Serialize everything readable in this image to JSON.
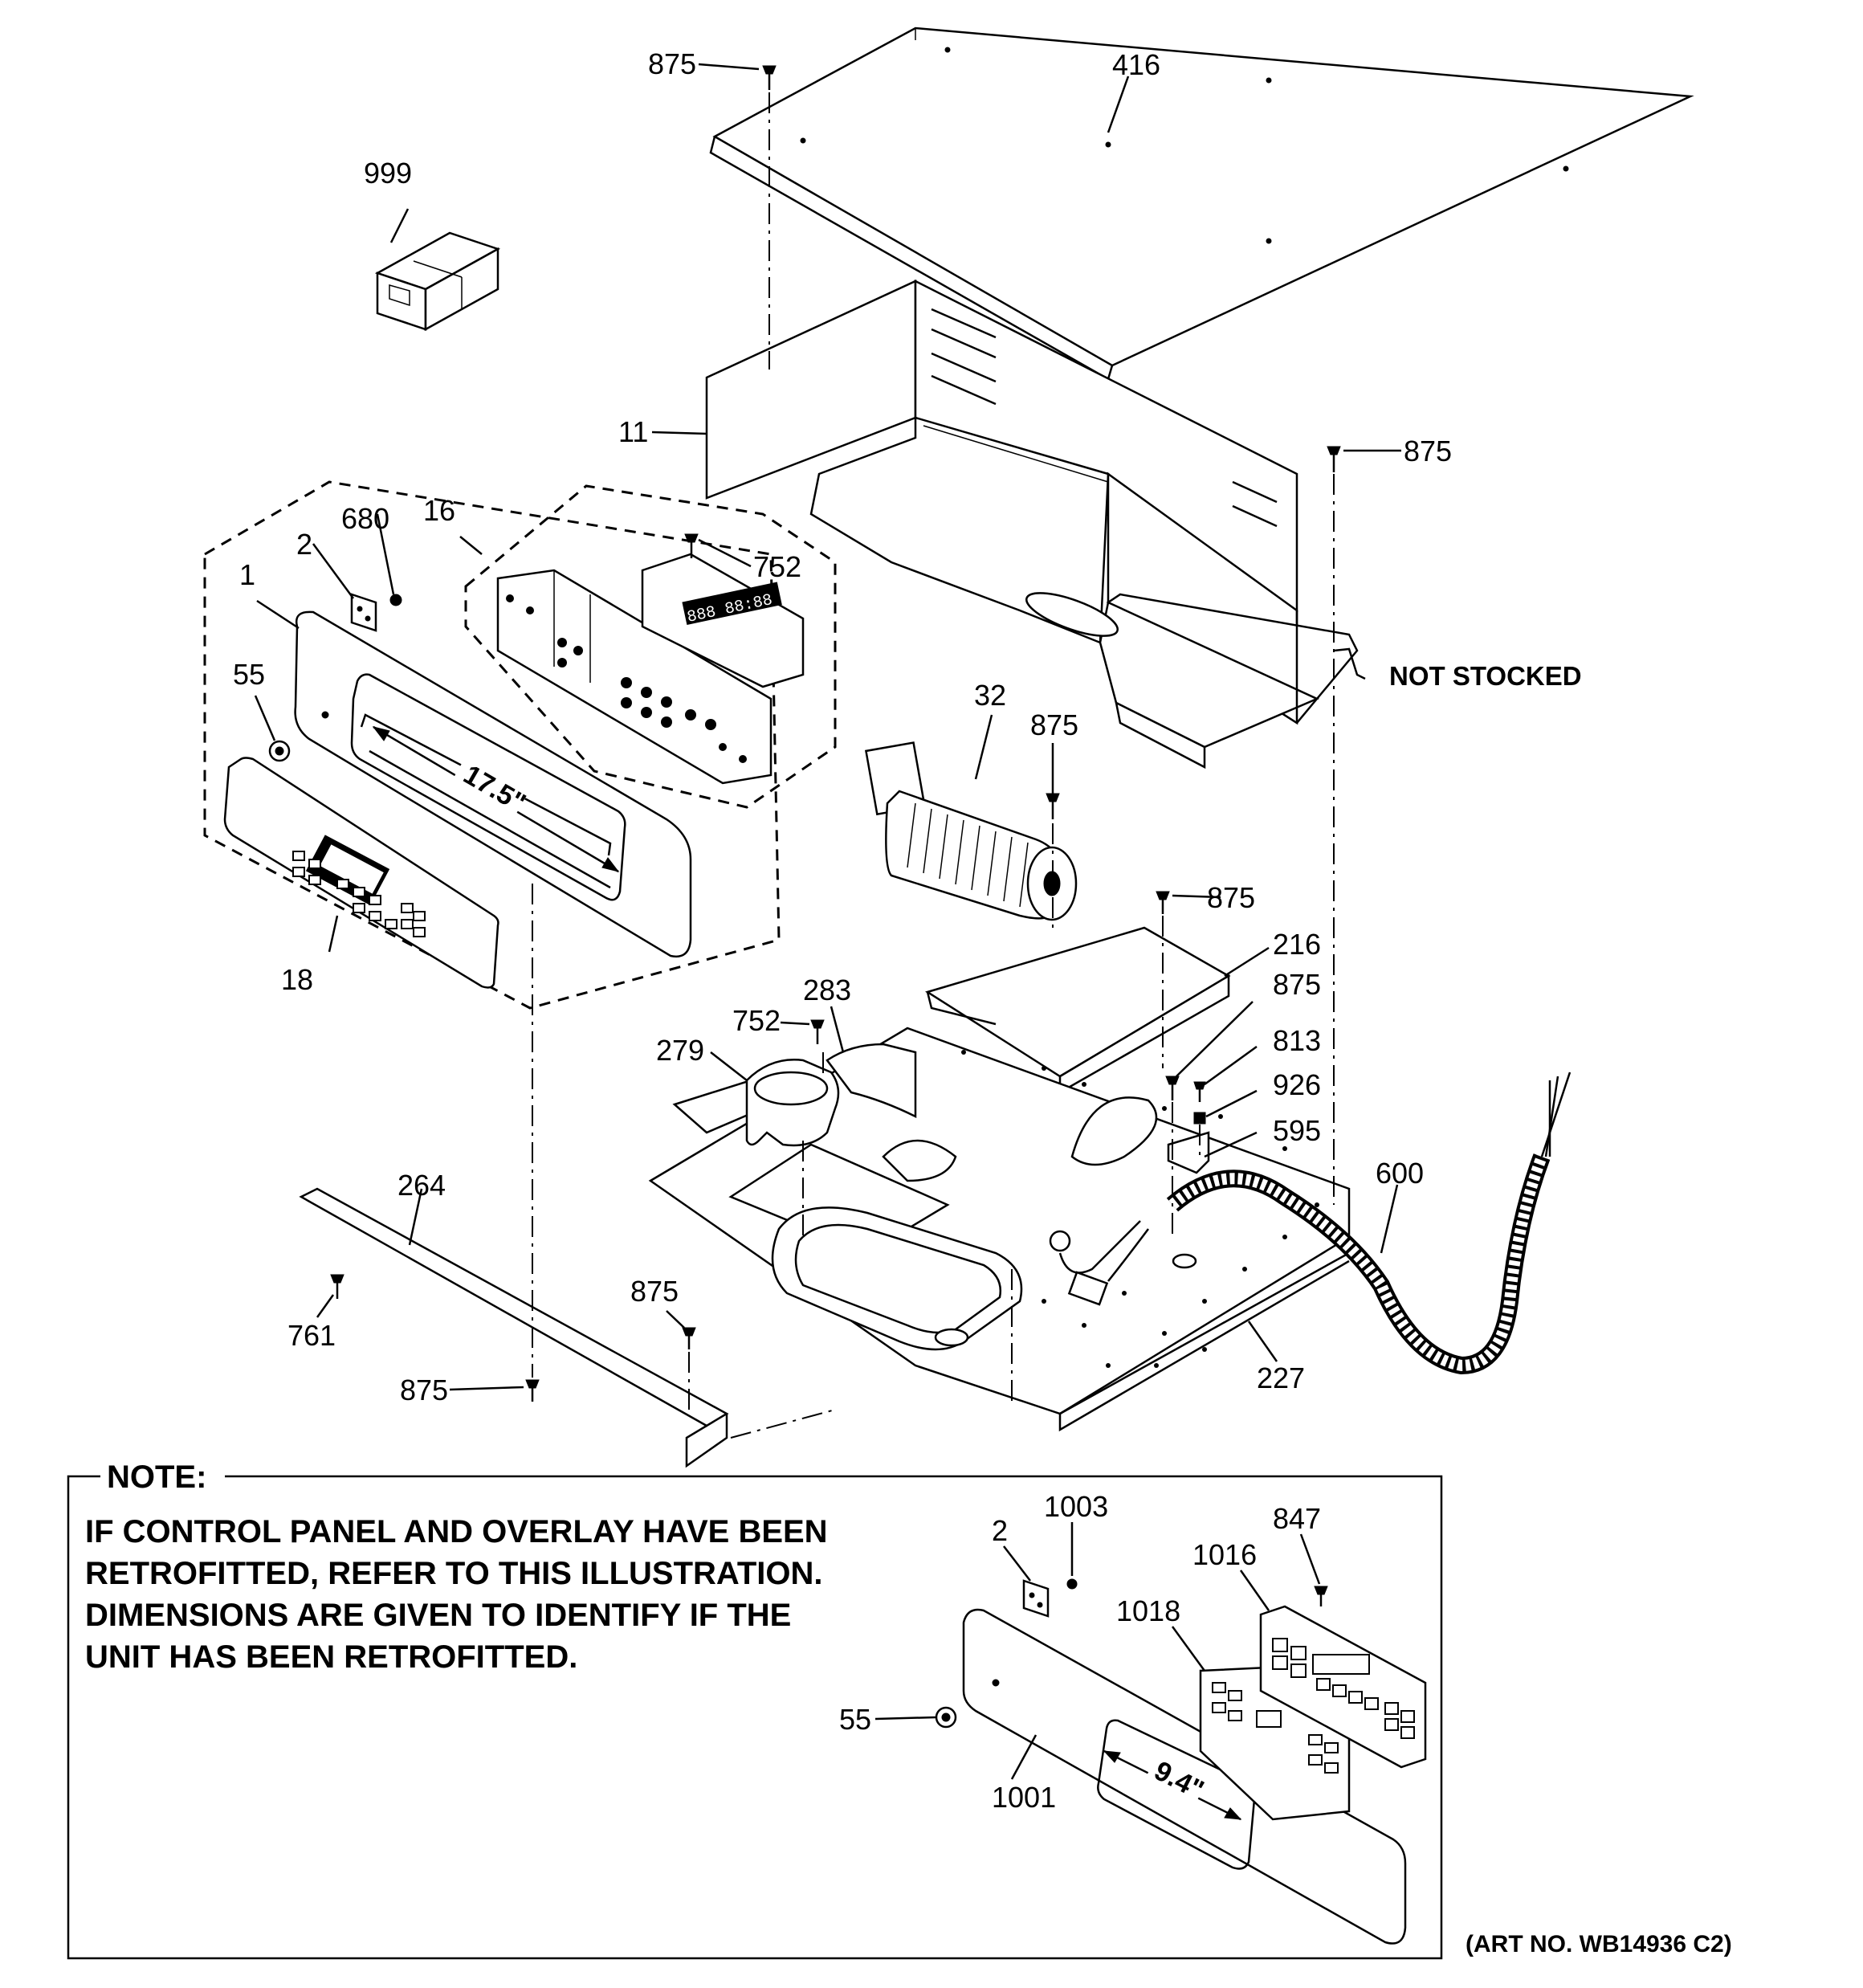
{
  "callouts": {
    "c875_top": "875",
    "c416": "416",
    "c999": "999",
    "c11": "11",
    "c875_right": "875",
    "c16": "16",
    "c680": "680",
    "c2": "2",
    "c1": "1",
    "c752_top": "752",
    "c55": "55",
    "c32": "32",
    "c875_fan": "875",
    "c18": "18",
    "c875_shield": "875",
    "c216": "216",
    "c283": "283",
    "c752_low": "752",
    "c279": "279",
    "c875_bracket": "875",
    "c813": "813",
    "c926": "926",
    "c595": "595",
    "c600": "600",
    "c264": "264",
    "c761": "761",
    "c875_bot": "875",
    "c875_bot2": "875",
    "c227": "227",
    "n2": "2",
    "n1003": "1003",
    "n847": "847",
    "n1016": "1016",
    "n1018": "1018",
    "n55": "55",
    "n1001": "1001"
  },
  "not_stocked": "NOT STOCKED",
  "dim_main": "17.5\"",
  "dim_note": "9.4\"",
  "note": {
    "label": "NOTE:",
    "lines": [
      "IF CONTROL PANEL AND OVERLAY HAVE BEEN",
      "RETROFITTED, REFER TO THIS ILLUSTRATION.",
      "DIMENSIONS ARE GIVEN TO IDENTIFY IF THE",
      "UNIT HAS BEEN RETROFITTED."
    ]
  },
  "art_number": "(ART NO. WB14936 C2)",
  "display_digits": "888 88:88"
}
